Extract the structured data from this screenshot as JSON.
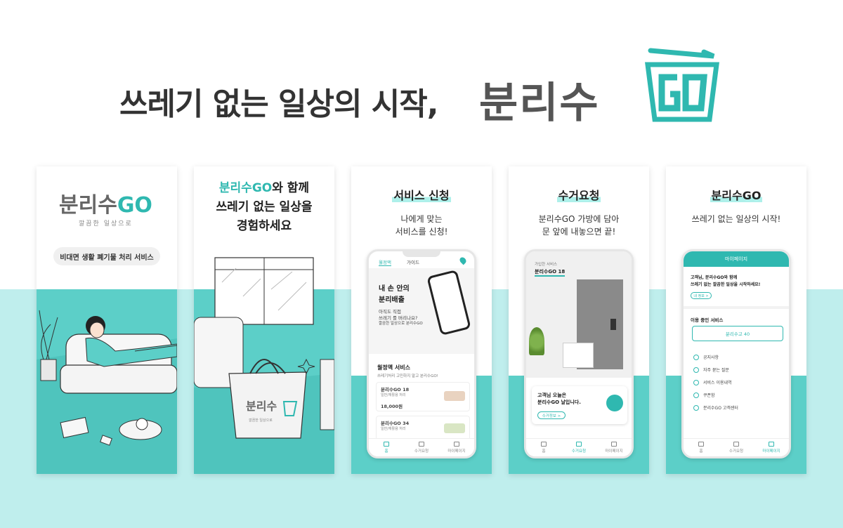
{
  "hero": {
    "headline": "쓰레기 없는 일상의 시작,",
    "brand": "분리수"
  },
  "colors": {
    "accent": "#2fb8b0",
    "band": "#5ccfc8",
    "bg_light": "#bfeeed"
  },
  "cards": [
    {
      "logo": "분리수",
      "logo_go": "GO",
      "tagline": "깔끔한 일상으로",
      "pill": "비대면 생활 폐기물 처리 서비스"
    },
    {
      "brand_line": "분리수GO",
      "brand_suffix": "와 함께",
      "line2": "쓰레기 없는 일상을",
      "line3": "경험하세요",
      "bag_logo": "분리수",
      "bag_tag": "깔끔한 일상으로"
    },
    {
      "title": "서비스 신청",
      "sub1": "나에게 맞는",
      "sub2": "서비스를 신청!",
      "tab1": "월정액",
      "tab2": "가이드",
      "promo1": "내 손 안의",
      "promo2": "분리배출",
      "promo3": "아직도 직접",
      "promo4": "쓰레기 를 버리나요?",
      "promo5": "깔끔한 일상으로 분리수GO",
      "section": "월정액 서비스",
      "section_sub": "쓰레기처리 고민하지 말고 분리수GO!",
      "plan1_name": "분리수GO 18",
      "plan1_desc": "일반/재활용 처리",
      "plan1_price": "18,000원",
      "plan2_name": "분리수GO 34",
      "plan2_desc": "일반/재활용 처리",
      "nav": [
        "홈",
        "수거요청",
        "마이페이지"
      ]
    },
    {
      "title": "수거요청",
      "sub1": "분리수GO 가방에 담아",
      "sub2": "문 앞에 내놓으면 끝!",
      "sub_label": "가입한 서비스",
      "service": "분리수GO 18",
      "msg1": "고객님 오늘은",
      "msg2": "분리수GO 날입니다.",
      "info_btn": "수거정보 >",
      "nav": [
        "홈",
        "수거요청",
        "마이페이지"
      ]
    },
    {
      "title": "분리수GO",
      "sub1": "쓰레기 없는 일상의 시작!",
      "header": "마이페이지",
      "greet1": "고객님, 분리수GO와 함께",
      "greet2": "쓰레기 없는 깔끔한 일상을 시작하세요!",
      "info_btn": "내 정보 >",
      "using": "이용 중인 서비스",
      "service_btn": "분리수고 40",
      "menu": [
        "공지사항",
        "자주 묻는 질문",
        "서비스 이용내역",
        "쿠폰함",
        "분리수GO 고객센터"
      ],
      "nav": [
        "홈",
        "수거요청",
        "마이페이지"
      ]
    }
  ]
}
